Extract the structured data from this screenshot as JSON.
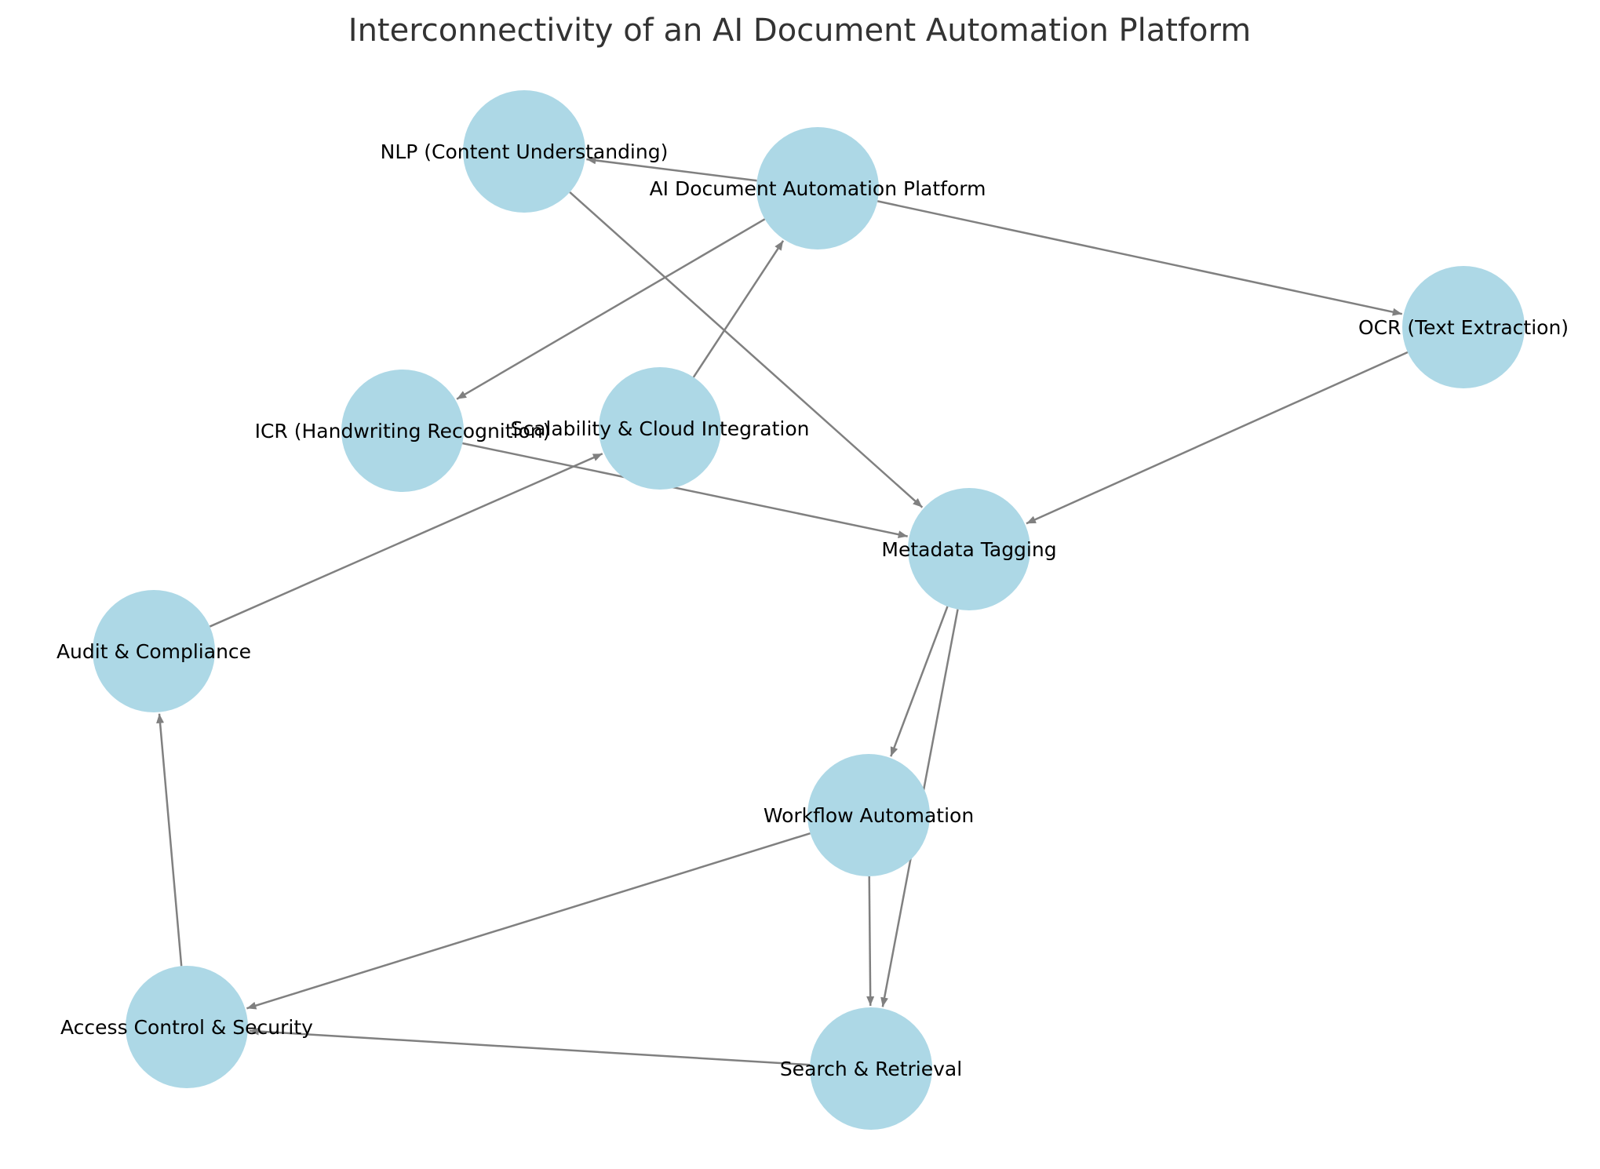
{
  "title": "Interconnectivity of an AI Document Automation Platform",
  "colors": {
    "node_fill": "#add8e6",
    "edge": "#808080",
    "title": "#333333",
    "label": "#000000"
  },
  "nodes": [
    {
      "id": "platform",
      "label": "AI Document Automation Platform"
    },
    {
      "id": "nlp",
      "label": "NLP (Content Understanding)"
    },
    {
      "id": "ocr",
      "label": "OCR (Text Extraction)"
    },
    {
      "id": "icr",
      "label": "ICR (Handwriting Recognition)"
    },
    {
      "id": "scalability",
      "label": "Scalability & Cloud Integration"
    },
    {
      "id": "metadata",
      "label": "Metadata Tagging"
    },
    {
      "id": "audit",
      "label": "Audit & Compliance"
    },
    {
      "id": "workflow",
      "label": "Workflow Automation"
    },
    {
      "id": "access",
      "label": "Access Control & Security"
    },
    {
      "id": "search",
      "label": "Search & Retrieval"
    }
  ],
  "edges": [
    {
      "from": "platform",
      "to": "nlp"
    },
    {
      "from": "platform",
      "to": "ocr"
    },
    {
      "from": "platform",
      "to": "icr"
    },
    {
      "from": "scalability",
      "to": "platform"
    },
    {
      "from": "nlp",
      "to": "metadata"
    },
    {
      "from": "ocr",
      "to": "metadata"
    },
    {
      "from": "icr",
      "to": "metadata"
    },
    {
      "from": "audit",
      "to": "scalability"
    },
    {
      "from": "metadata",
      "to": "workflow"
    },
    {
      "from": "metadata",
      "to": "search"
    },
    {
      "from": "workflow",
      "to": "access"
    },
    {
      "from": "workflow",
      "to": "search"
    },
    {
      "from": "search",
      "to": "access"
    },
    {
      "from": "access",
      "to": "audit"
    }
  ]
}
